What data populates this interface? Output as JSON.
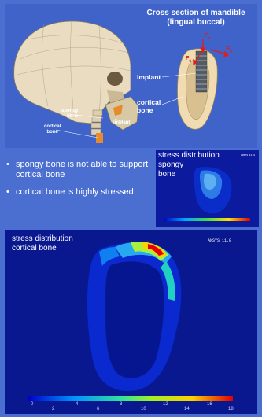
{
  "top": {
    "cross_section_title": "Cross section of mandible\n(lingual buccal)",
    "labels": {
      "spongy_bone": "spongy\nbone",
      "cortical_bone_small": "cortical\nbone",
      "implant_small": "implant",
      "implant": "Implant",
      "cortical_bone": "cortical\nbone"
    },
    "forces": {
      "fv": "F_v",
      "fh": "F_h",
      "fa": "F_a"
    }
  },
  "bullets": [
    "spongy bone is not able to support cortical bone",
    "cortical bone is highly stressed"
  ],
  "spongy_panel": {
    "title": "stress distribution\nspongy\nbone",
    "ansys": "ANSYS 11.0"
  },
  "cortical_panel": {
    "title": "stress distribution\ncortical bone",
    "ansys": "ANSYS 11.0",
    "colorbar_ticks_top": [
      "0",
      "4",
      "8",
      "12",
      "16"
    ],
    "colorbar_ticks_bottom": [
      "2",
      "6",
      "10",
      "14",
      "18"
    ]
  },
  "colors": {
    "background": "#4a6fd0",
    "panel": "#0a1890",
    "force": "#e41b1b"
  }
}
